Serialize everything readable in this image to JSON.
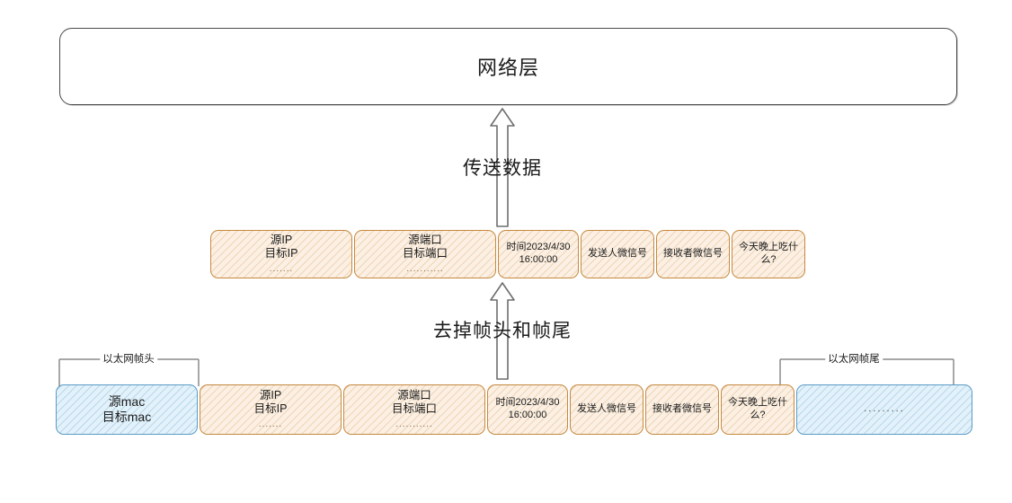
{
  "diagram": {
    "title_box": {
      "label": "网络层"
    },
    "arrows": [
      {
        "name": "transmit-data",
        "label": "传送数据",
        "direction": "up"
      },
      {
        "name": "strip-frame",
        "label": "去掉帧头和帧尾",
        "direction": "up"
      }
    ],
    "brackets": [
      {
        "name": "ethernet-header",
        "label": "以太网帧头"
      },
      {
        "name": "ethernet-trailer",
        "label": "以太网帧尾"
      }
    ],
    "middle_row": {
      "name": "network-layer-packet",
      "cells": [
        {
          "name": "ip-field",
          "color": "orange",
          "width": 158,
          "size": "sz-2",
          "lines": [
            "源IP",
            "目标IP"
          ],
          "dots": "......."
        },
        {
          "name": "port-field",
          "color": "orange",
          "width": 158,
          "size": "sz-2",
          "lines": [
            "源端口",
            "目标端口"
          ],
          "dots": "..........."
        },
        {
          "name": "time-field",
          "color": "orange",
          "width": 90,
          "size": "sz-1",
          "lines": [
            "时间2023/4/30",
            "16:00:00"
          ],
          "dots": ""
        },
        {
          "name": "sender-id-field",
          "color": "orange",
          "width": 82,
          "size": "sz-1",
          "lines": [
            "发送人微信号"
          ],
          "dots": ""
        },
        {
          "name": "receiver-id-field",
          "color": "orange",
          "width": 82,
          "size": "sz-1",
          "lines": [
            "接收者微信号"
          ],
          "dots": ""
        },
        {
          "name": "message-field",
          "color": "orange",
          "width": 82,
          "size": "sz-1",
          "lines": [
            "今天晚上吃什么?"
          ],
          "dots": ""
        }
      ]
    },
    "bottom_row": {
      "name": "ethernet-frame",
      "cells": [
        {
          "name": "mac-field",
          "color": "blue",
          "width": 158,
          "size": "sz-3",
          "lines": [
            "源mac",
            "目标mac"
          ],
          "dots": ""
        },
        {
          "name": "ip-field",
          "color": "orange",
          "width": 158,
          "size": "sz-2",
          "lines": [
            "源IP",
            "目标IP"
          ],
          "dots": "......."
        },
        {
          "name": "port-field",
          "color": "orange",
          "width": 158,
          "size": "sz-2",
          "lines": [
            "源端口",
            "目标端口"
          ],
          "dots": "..........."
        },
        {
          "name": "time-field",
          "color": "orange",
          "width": 90,
          "size": "sz-1",
          "lines": [
            "时间2023/4/30",
            "16:00:00"
          ],
          "dots": ""
        },
        {
          "name": "sender-id-field",
          "color": "orange",
          "width": 82,
          "size": "sz-1",
          "lines": [
            "发送人微信号"
          ],
          "dots": ""
        },
        {
          "name": "receiver-id-field",
          "color": "orange",
          "width": 82,
          "size": "sz-1",
          "lines": [
            "接收者微信号"
          ],
          "dots": ""
        },
        {
          "name": "message-field",
          "color": "orange",
          "width": 82,
          "size": "sz-1",
          "lines": [
            "今天晚上吃什么?"
          ],
          "dots": ""
        },
        {
          "name": "trailer-field",
          "color": "blue",
          "width": 196,
          "size": "sz-1",
          "lines": [],
          "dots": "........."
        }
      ]
    },
    "colors": {
      "orange_border": "#c6893f",
      "orange_fill": "#fbf0e3",
      "blue_border": "#5a9bc4",
      "blue_fill": "#e3f2fa",
      "box_border": "#4a4a4a",
      "arrow_stroke": "#6e6e6e",
      "bracket_stroke": "#8a8a8a"
    }
  }
}
